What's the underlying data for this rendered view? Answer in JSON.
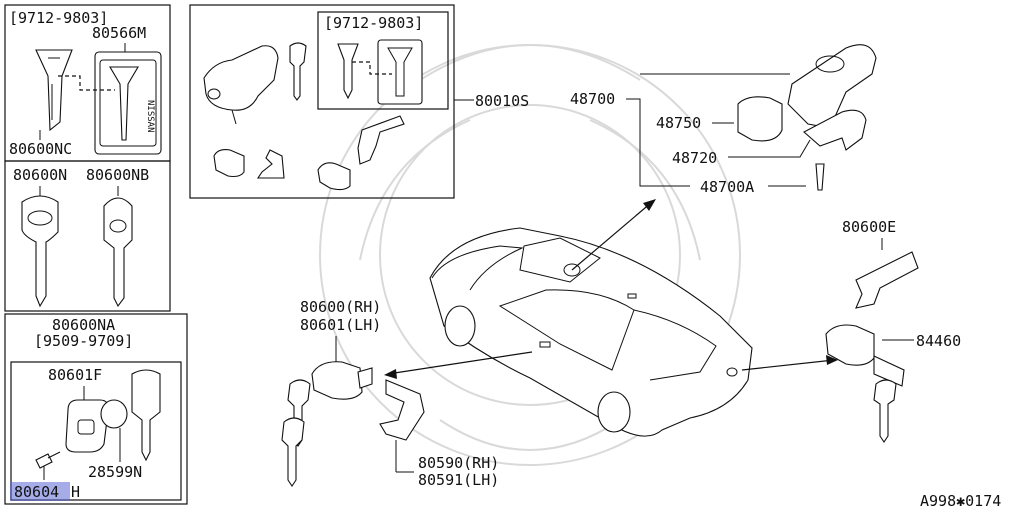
{
  "diagram_code": "A998✱0174",
  "panels": {
    "top_left": {
      "date_range": "[9712-9803]",
      "part_main": "80566M",
      "part_key": "80600NC",
      "plate_text": "NISSAN"
    },
    "mid_left": {
      "part_a": "80600N",
      "part_b": "80600NB"
    },
    "bottom_left": {
      "part_title": "80600NA",
      "date_range": "[9509-9709]",
      "part_fob": "80601F",
      "part_battery": "28599N",
      "part_screw_prefix": "80604",
      "part_screw_suffix": "H"
    },
    "top_center": {
      "date_range": "[9712-9803]",
      "assembly": "80010S"
    }
  },
  "callouts": {
    "steering_lock": [
      "48700",
      "48750",
      "48720",
      "48700A"
    ],
    "trunk": [
      "80600E",
      "84460"
    ],
    "door_lock": {
      "rh": "80600(RH)",
      "lh": "80601(LH)"
    },
    "door_rod": {
      "rh": "80590(RH)",
      "lh": "80591(LH)"
    }
  }
}
